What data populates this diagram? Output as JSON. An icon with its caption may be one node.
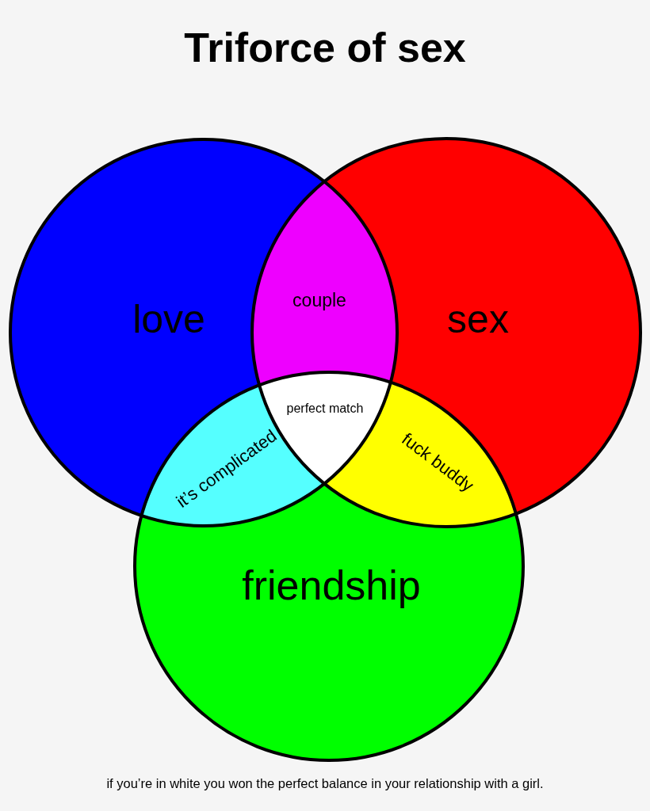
{
  "diagram": {
    "title": "Triforce of sex",
    "caption": "if you’re in white you won the perfect balance in your relationship with a girl.",
    "nodes": [
      {
        "text": [
          "love"
        ]
      },
      {
        "text": [
          "couple"
        ]
      },
      {
        "text": [
          "sex"
        ]
      },
      {
        "text": [
          "perfect match"
        ]
      },
      {
        "text": [
          "it’s complicated"
        ]
      },
      {
        "text": [
          "fuck buddy"
        ]
      },
      {
        "text": [
          "friendship"
        ]
      }
    ]
  }
}
